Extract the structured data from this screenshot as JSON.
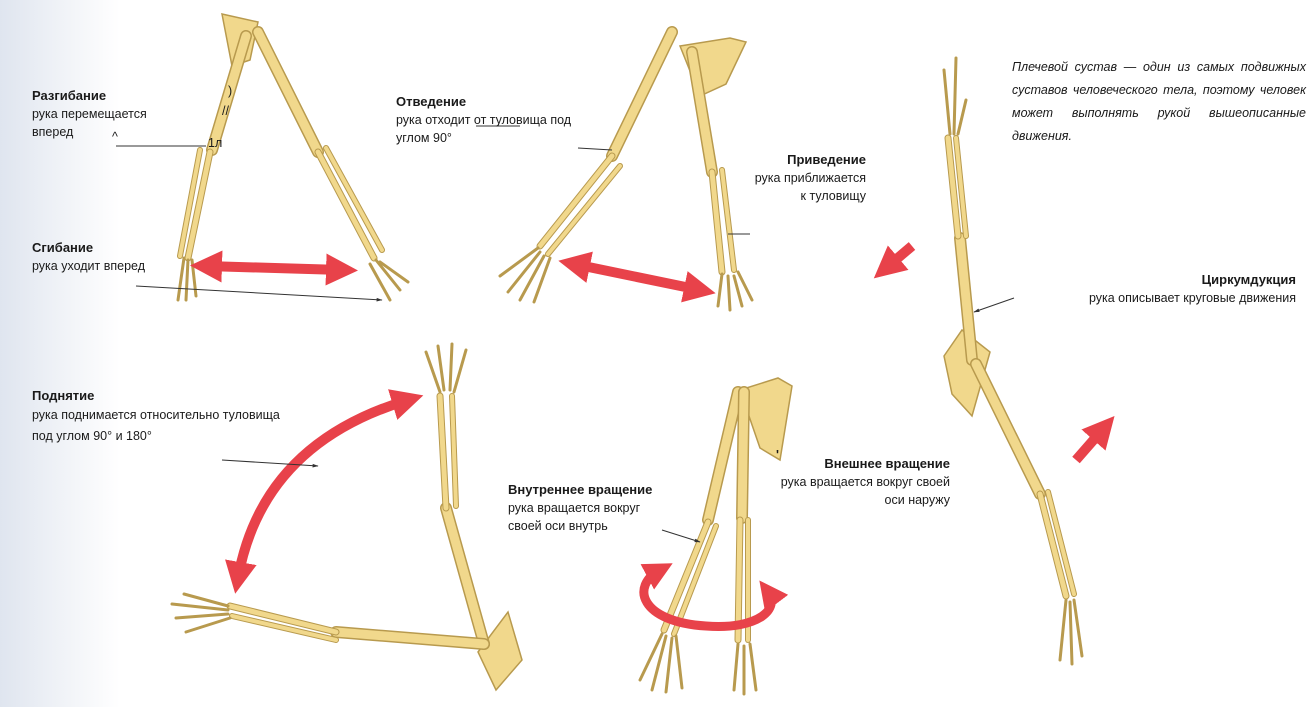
{
  "labels": {
    "extension": {
      "title": "Разгибание",
      "text": "рука перемещается вперед"
    },
    "abduction": {
      "title": "Отведение",
      "text": "рука отходит от туловища под углом 90°"
    },
    "adduction": {
      "title": "Приведение",
      "text": "рука приближается к туловищу"
    },
    "flexion": {
      "title": "Сгибание",
      "text": "рука уходит вперед"
    },
    "circumduction": {
      "title": "Циркумдукция",
      "text": "рука описывает круговые движения"
    },
    "elevation": {
      "title": "Поднятие",
      "text": "рука поднимается относительно туловища под углом 90° и 180°"
    },
    "internal_rotation": {
      "title": "Внутреннее вращение",
      "text": "рука вращается вокруг своей оси внутрь"
    },
    "external_rotation": {
      "title": "Внешнее вращение",
      "text": "рука вращается вокруг своей оси наружу"
    }
  },
  "note": "Плечевой сустав — один из самых подвижных суставов человеческого тела, поэтому человек может выполнять рукой вышеописанные движения.",
  "stray_marks": {
    "a": ")",
    "b": "//",
    "c": "^",
    "d": "1л",
    "e": "'"
  },
  "colors": {
    "bone": "#f1d88c",
    "bone_outline": "#b89a4e",
    "arrow": "#e8424a",
    "background_fade": "#dfe5ef"
  }
}
